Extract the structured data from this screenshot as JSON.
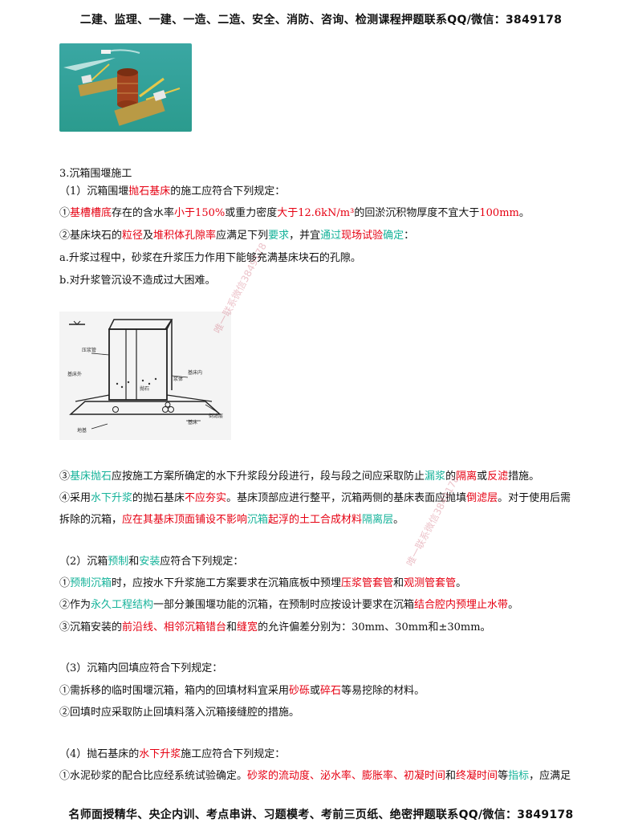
{
  "header_banner": "二建、监理、一建、一造、二造、安全、消防、咨询、检测课程押题联系QQ/微信：3849178",
  "footer_banner": "名师面授精华、央企内训、考点串讲、习题模考、考前三页纸、绝密押题联系QQ/微信：3849178",
  "watermark_1": "唯一联系微信3849178",
  "watermark_2": "唯一联系微信3849178",
  "section_title": "3.沉箱围堰施工",
  "s1": {
    "intro_a": "（1）沉箱围堰",
    "intro_b": "抛石基床",
    "intro_c": "的施工应符合下列规定：",
    "i1_a": "①",
    "i1_b": "基槽槽底",
    "i1_c": "存在的含水率",
    "i1_d": "小于150%",
    "i1_e": "或重力密度",
    "i1_f": "大于12.6kN/m³",
    "i1_g": "的回淤沉积物厚度不宜大于",
    "i1_h": "100mm",
    "i1_i": "。",
    "i2_a": "②基床块石的",
    "i2_b": "粒径",
    "i2_c": "及",
    "i2_d": "堆积体孔隙率",
    "i2_e": "应满足下列",
    "i2_f": "要求",
    "i2_g": "，并宜",
    "i2_h": "通过",
    "i2_i": "现场试验",
    "i2_j": "确定",
    "i2_k": "：",
    "ia": "a.升浆过程中，砂浆在升浆压力作用下能够充满基床块石的孔隙。",
    "ib": "b.对升浆管沉设不造成过大困难。",
    "i3_a": "③",
    "i3_b": "基床抛石",
    "i3_c": "应按施工方案所确定的水下升浆段分段进行，段与段之间应采取防止",
    "i3_d": "漏浆",
    "i3_e": "的",
    "i3_f": "隔离",
    "i3_g": "或",
    "i3_h": "反滤",
    "i3_i": "措施。",
    "i4_a": "④采用",
    "i4_b": "水下升浆",
    "i4_c": "的抛石基床",
    "i4_d": "不应夯实",
    "i4_e": "。基床顶部应进行整平，沉箱两侧的基床表面应抛填",
    "i4_f": "倒滤层",
    "i4_g": "。对于使用后需",
    "i4_h": "拆除的沉箱，",
    "i4_i": "应在其基床顶面铺设不影响",
    "i4_j": "沉箱",
    "i4_k": "起浮的土工合成材料",
    "i4_l": "隔离层",
    "i4_m": "。"
  },
  "s2": {
    "intro_a": "（2）沉箱",
    "intro_b": "预制",
    "intro_c": "和",
    "intro_d": "安装",
    "intro_e": "应符合下列规定：",
    "i1_a": "①",
    "i1_b": "预制沉箱",
    "i1_c": "时，应按水下升浆施工方案要求在沉箱底板中预埋",
    "i1_d": "压浆管套管",
    "i1_e": "和",
    "i1_f": "观测管套管",
    "i1_g": "。",
    "i2_a": "②作为",
    "i2_b": "永久工程结构",
    "i2_c": "一部分兼围堰功能的沉箱，在预制时应按设计要求在沉箱",
    "i2_d": "结合腔内预埋止水带",
    "i2_e": "。",
    "i3_a": "③沉箱安装的",
    "i3_b": "前沿线、相邻沉箱错台",
    "i3_c": "和",
    "i3_d": "缝宽",
    "i3_e": "的允许偏差分别为：30mm、30mm和±30mm。"
  },
  "s3": {
    "intro": "（3）沉箱内回填应符合下列规定：",
    "i1_a": "①需拆移的临时围堰沉箱，箱内的回填材料宜采用",
    "i1_b": "砂砾",
    "i1_c": "或",
    "i1_d": "碎石",
    "i1_e": "等易挖除的材料。",
    "i2": "②回填时应采取防止回填料落入沉箱接缝腔的措施。"
  },
  "s4": {
    "intro_a": "（4）抛石基床的",
    "intro_b": "水下升浆",
    "intro_c": "施工应符合下列规定：",
    "i1_a": "①水泥砂浆的配合比应经系统试验确定。",
    "i1_b": "砂浆的流动度、泌水率、膨胀率、初凝时间",
    "i1_c": "和",
    "i1_d": "终凝时间",
    "i1_e": "等",
    "i1_f": "指标",
    "i1_g": "，应满足"
  },
  "diagram_labels": {
    "pipe": "压浆管",
    "outside": "基床外",
    "inside": "基床内",
    "grout": "浆体",
    "riprap": "抛石",
    "bed": "基床",
    "filter": "倒滤层",
    "seabed": "地基"
  },
  "colors": {
    "red": "#e60012",
    "green": "#16b39a"
  }
}
